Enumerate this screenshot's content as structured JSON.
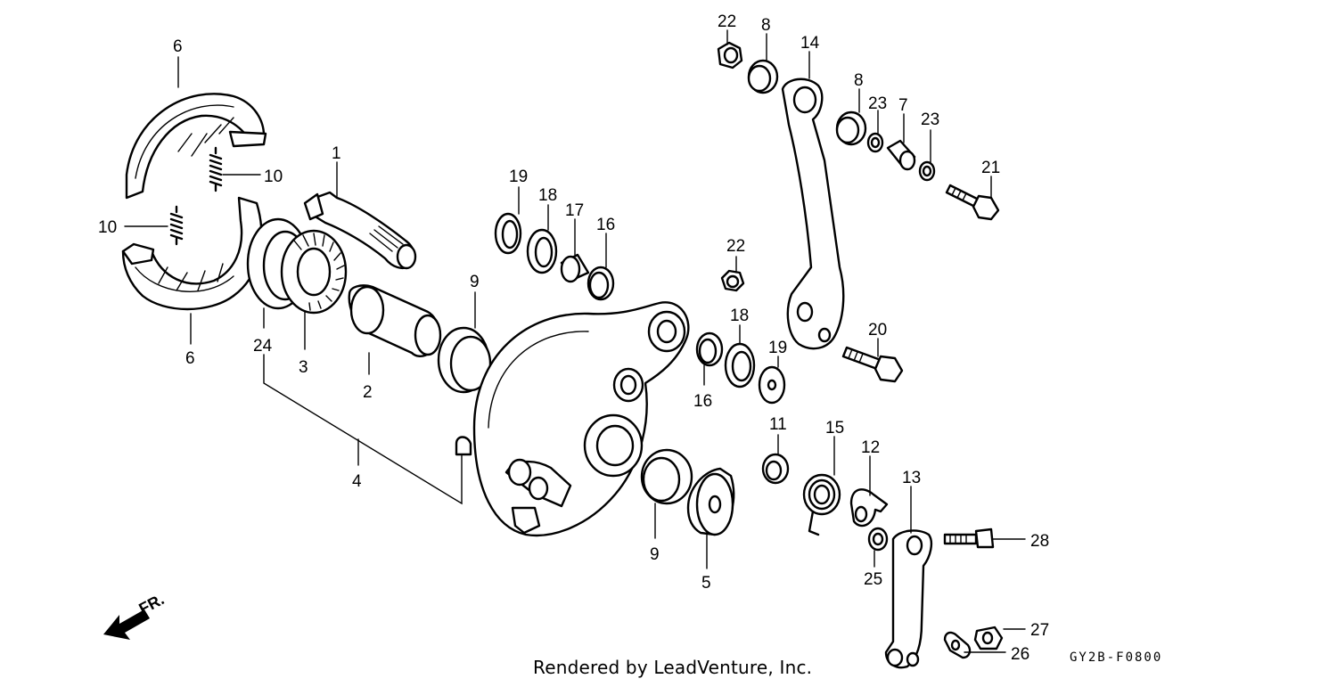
{
  "callouts": [
    {
      "id": "c1",
      "text": "1"
    },
    {
      "id": "c2",
      "text": "2"
    },
    {
      "id": "c3",
      "text": "3"
    },
    {
      "id": "c4",
      "text": "4"
    },
    {
      "id": "c5",
      "text": "5"
    },
    {
      "id": "c6a",
      "text": "6"
    },
    {
      "id": "c6b",
      "text": "6"
    },
    {
      "id": "c7",
      "text": "7"
    },
    {
      "id": "c8a",
      "text": "8"
    },
    {
      "id": "c8b",
      "text": "8"
    },
    {
      "id": "c9a",
      "text": "9"
    },
    {
      "id": "c9b",
      "text": "9"
    },
    {
      "id": "c10a",
      "text": "10"
    },
    {
      "id": "c10b",
      "text": "10"
    },
    {
      "id": "c11",
      "text": "11"
    },
    {
      "id": "c12",
      "text": "12"
    },
    {
      "id": "c13",
      "text": "13"
    },
    {
      "id": "c14",
      "text": "14"
    },
    {
      "id": "c15",
      "text": "15"
    },
    {
      "id": "c16a",
      "text": "16"
    },
    {
      "id": "c16b",
      "text": "16"
    },
    {
      "id": "c17",
      "text": "17"
    },
    {
      "id": "c18a",
      "text": "18"
    },
    {
      "id": "c18b",
      "text": "18"
    },
    {
      "id": "c19a",
      "text": "19"
    },
    {
      "id": "c19b",
      "text": "19"
    },
    {
      "id": "c20",
      "text": "20"
    },
    {
      "id": "c21",
      "text": "21"
    },
    {
      "id": "c22a",
      "text": "22"
    },
    {
      "id": "c22b",
      "text": "22"
    },
    {
      "id": "c23a",
      "text": "23"
    },
    {
      "id": "c23b",
      "text": "23"
    },
    {
      "id": "c24",
      "text": "24"
    },
    {
      "id": "c25",
      "text": "25"
    },
    {
      "id": "c26",
      "text": "26"
    },
    {
      "id": "c27",
      "text": "27"
    },
    {
      "id": "c28",
      "text": "28"
    }
  ],
  "direction_label": "FR.",
  "credit": "Rendered by LeadVenture, Inc.",
  "diagram_code": "GY2B-F0800"
}
